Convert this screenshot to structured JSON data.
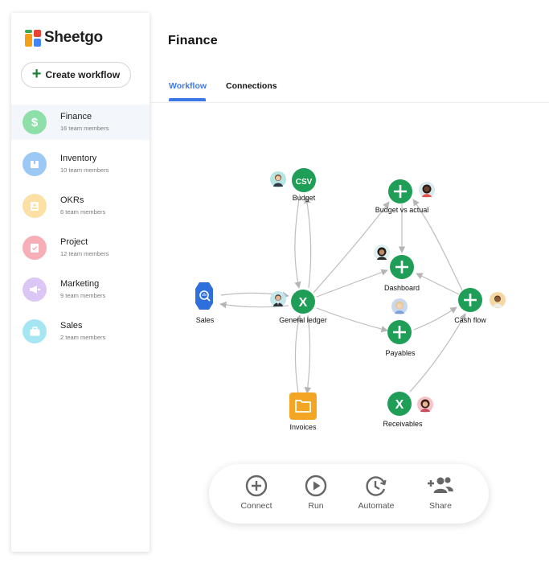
{
  "app": {
    "name": "Sheetgo"
  },
  "sidebar": {
    "create_label": "Create workflow",
    "items": [
      {
        "label": "Finance",
        "sub": "16 team members",
        "color": "#8ee0a8",
        "glyph": "$"
      },
      {
        "label": "Inventory",
        "sub": "10 team members",
        "color": "#9cc8f5",
        "glyph": "box"
      },
      {
        "label": "OKRs",
        "sub": "6 team members",
        "color": "#fde0a4",
        "glyph": "badge"
      },
      {
        "label": "Project",
        "sub": "12 team members",
        "color": "#f8aeb6",
        "glyph": "clipboard"
      },
      {
        "label": "Marketing",
        "sub": "9 team members",
        "color": "#dcc7f4",
        "glyph": "megaphone"
      },
      {
        "label": "Sales",
        "sub": "2 team members",
        "color": "#a6e6f2",
        "glyph": "briefcase"
      }
    ]
  },
  "header": {
    "title": "Finance"
  },
  "tabs": {
    "workflow": "Workflow",
    "connections": "Connections"
  },
  "workflow": {
    "nodes": {
      "budget": "Budget",
      "budget_badge": "CSV",
      "budget_vs_actual": "Budget vs actual",
      "dashboard": "Dashboard",
      "sales": "Sales",
      "general_ledger": "General ledger",
      "general_ledger_badge": "X",
      "cash_flow": "Cash flow",
      "payables": "Payables",
      "invoices": "Invoices",
      "receivables": "Receivables",
      "receivables_badge": "X"
    }
  },
  "actions": {
    "connect": "Connect",
    "run": "Run",
    "automate": "Automate",
    "share": "Share"
  },
  "colors": {
    "accent": "#3b78e7",
    "node_green": "#1e9e57",
    "sales_blue": "#2f6fdc",
    "invoices_orange": "#f2a623"
  }
}
